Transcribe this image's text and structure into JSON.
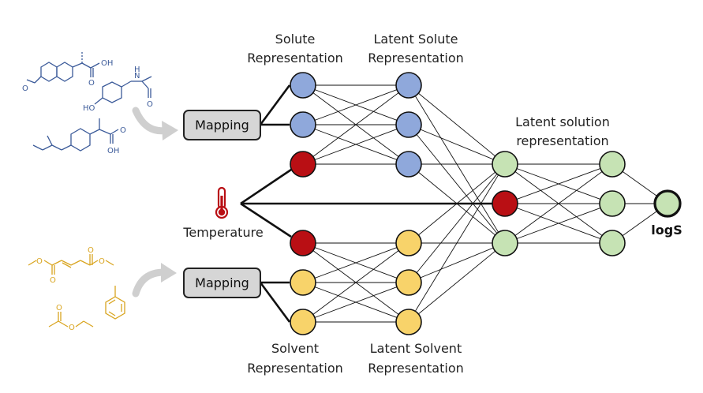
{
  "labels": {
    "solute_rep": [
      "Solute",
      "Representation"
    ],
    "latent_solute_rep": [
      "Latent Solute",
      "Representation"
    ],
    "latent_solution_rep": [
      "Latent solution",
      "representation"
    ],
    "solvent_rep": [
      "Solvent",
      "Representation"
    ],
    "latent_solvent_rep": [
      "Latent Solvent",
      "Representation"
    ],
    "temperature": "Temperature",
    "mapping_top": "Mapping",
    "mapping_bottom": "Mapping",
    "output": "logS"
  },
  "chem_labels": {
    "oh": "OH",
    "o": "O",
    "ho": "HO",
    "n_h": "N",
    "h": "H"
  },
  "colors": {
    "solute_node": "#8fa8db",
    "solvent_node": "#f8d36a",
    "temperature_node": "#b90f14",
    "solution_node": "#c6e3b4",
    "output_node": "#c6e3b4",
    "solute_molecule": "#3b5a99",
    "solvent_molecule": "#d9a520",
    "mapping_fill": "#d6d6d6",
    "arrow": "#cccccc"
  }
}
